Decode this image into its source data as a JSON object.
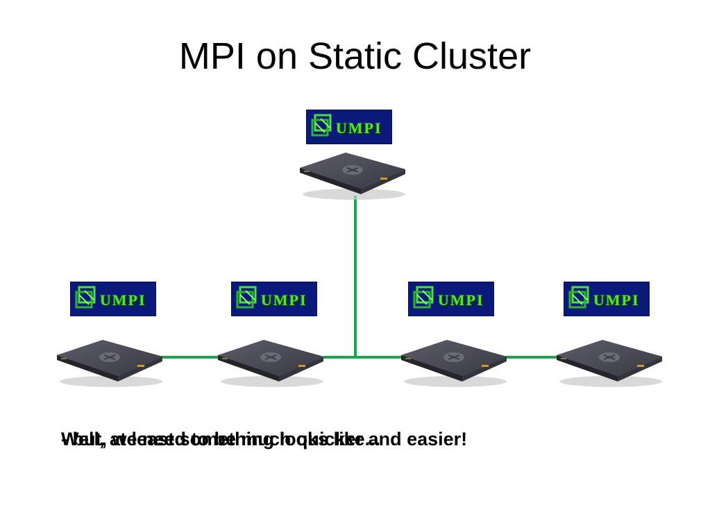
{
  "slide": {
    "title": "MPI on Static Cluster"
  },
  "badge": {
    "text": "UMPI"
  },
  "captions": {
    "first": "Well, at least something looks like...",
    "second": "- but, we need to be much quicker and easier!"
  },
  "colors": {
    "link": "#1aa64a",
    "badge_bg": "#0b1a7a",
    "badge_text": "#55e03a"
  },
  "icons": {
    "node": "server-icon",
    "logo": "umpi-logo-icon"
  }
}
